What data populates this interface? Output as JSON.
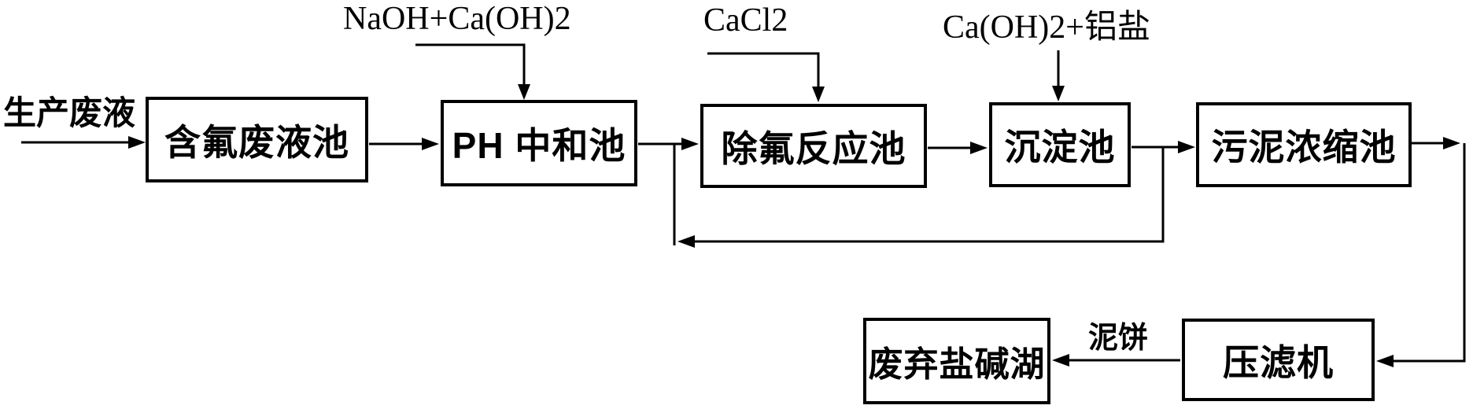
{
  "diagram": {
    "title_context": "fluoride-wastewater-treatment-process-flow",
    "nodes": {
      "fluoride_waste_pool": {
        "label": "含氟废液池"
      },
      "ph_neutralization_pool": {
        "label": "PH 中和池"
      },
      "defluorination_pool": {
        "label": "除氟反应池"
      },
      "sedimentation_pool": {
        "label": "沉淀池"
      },
      "sludge_thickener_pool": {
        "label": "污泥浓缩池"
      },
      "abandoned_salt_lake": {
        "label": "废弃盐碱湖"
      },
      "filter_press": {
        "label": "压滤机"
      }
    },
    "inputs": {
      "production_waste_liquid": {
        "label": "生产废液"
      },
      "naoh_caoh2": {
        "label": "NaOH+Ca(OH)2"
      },
      "cacl2": {
        "label": "CaCl2"
      },
      "caoh2_aluminum_salt": {
        "label": "Ca(OH)2+铝盐"
      }
    },
    "flow_labels": {
      "mud_cake": {
        "label": "泥饼"
      }
    },
    "colors": {
      "line": "#000000",
      "box_border": "#000000",
      "background": "#ffffff",
      "text": "#000000"
    }
  }
}
